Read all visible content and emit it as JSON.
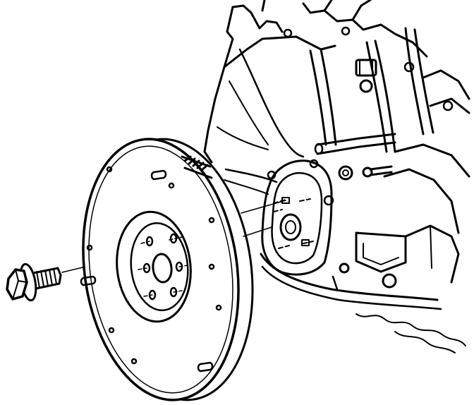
{
  "colors": {
    "ink": "#000000",
    "paper": "#ffffff"
  },
  "parts": {
    "engine_block": "engine-block",
    "rear_main_seal_housing": "rear-main-seal-housing",
    "flywheel": "flywheel",
    "ring_gear": "ring-gear",
    "flywheel_bolt": "flywheel-bolt"
  }
}
